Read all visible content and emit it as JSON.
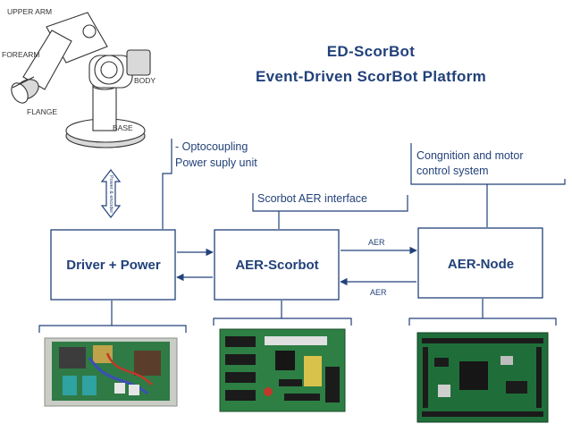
{
  "title": {
    "line1": "ED-ScorBot",
    "line2": "Event-Driven ScorBot Platform"
  },
  "robot": {
    "labels": {
      "upper_arm": "UPPER ARM",
      "forearm": "FOREARM",
      "body": "BODY",
      "flange": "FLANGE",
      "base": "BASE"
    },
    "link_label": "Power & encoder"
  },
  "annotations": {
    "opto_line1": "- Optocoupling",
    "opto_line2": "Power suply unit",
    "cognition_line1": "Congnition and motor",
    "cognition_line2": "control system",
    "aer_interface": "Scorbot AER interface"
  },
  "blocks": {
    "driver": "Driver + Power",
    "aer_scorbot": "AER-Scorbot",
    "aer_node": "AER-Node"
  },
  "links": {
    "aer_top": "AER",
    "aer_bottom": "AER"
  },
  "colors": {
    "accent": "#22417a",
    "pcb_green": "#1f6e3a"
  }
}
